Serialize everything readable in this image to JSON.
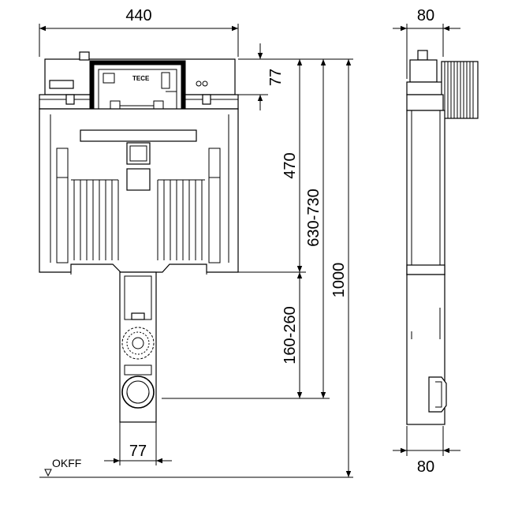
{
  "dimensions": {
    "frame_width": "440",
    "side_depth_top": "80",
    "side_depth_bottom": "80",
    "tank_top": "77",
    "tank_height": "470",
    "actuator_range": "630-730",
    "total_height": "1000",
    "outlet_range": "160-260",
    "outlet_width": "77"
  },
  "floor_reference": "OKFF",
  "brand_logo": "TECE"
}
